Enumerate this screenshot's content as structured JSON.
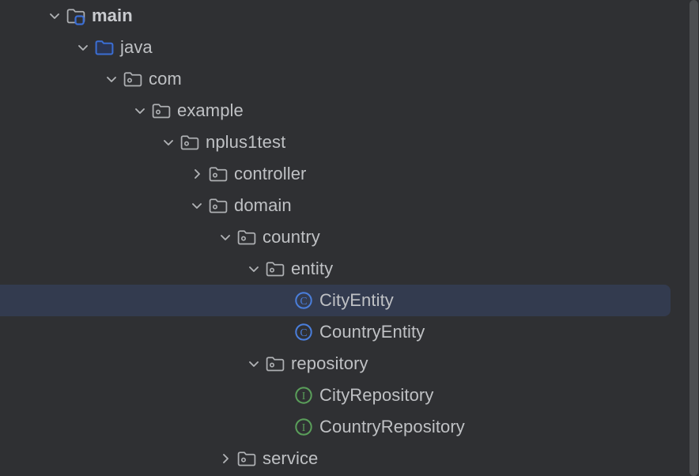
{
  "panel": {
    "name": "project-tree",
    "background_color": "#2f3033",
    "selection_color": "#333b4f",
    "text_color": "#bfc1c4",
    "class_icon_color": "#4a7edb",
    "interface_icon_color": "#5a9e5a",
    "source_root_color": "#3b6ed4",
    "scrollbar_color": "#4d4f52"
  },
  "tree": {
    "rows": [
      {
        "label": "main",
        "depth": 0,
        "twistie": "expanded",
        "icon": "source-root-folder-icon",
        "bold": true,
        "selected": false
      },
      {
        "label": "java",
        "depth": 1,
        "twistie": "expanded",
        "icon": "blue-folder-icon",
        "bold": false,
        "selected": false
      },
      {
        "label": "com",
        "depth": 2,
        "twistie": "expanded",
        "icon": "package-folder-icon",
        "bold": false,
        "selected": false
      },
      {
        "label": "example",
        "depth": 3,
        "twistie": "expanded",
        "icon": "package-folder-icon",
        "bold": false,
        "selected": false
      },
      {
        "label": "nplus1test",
        "depth": 4,
        "twistie": "expanded",
        "icon": "package-folder-icon",
        "bold": false,
        "selected": false
      },
      {
        "label": "controller",
        "depth": 5,
        "twistie": "collapsed",
        "icon": "package-folder-icon",
        "bold": false,
        "selected": false
      },
      {
        "label": "domain",
        "depth": 5,
        "twistie": "expanded",
        "icon": "package-folder-icon",
        "bold": false,
        "selected": false
      },
      {
        "label": "country",
        "depth": 6,
        "twistie": "expanded",
        "icon": "package-folder-icon",
        "bold": false,
        "selected": false
      },
      {
        "label": "entity",
        "depth": 7,
        "twistie": "expanded",
        "icon": "package-folder-icon",
        "bold": false,
        "selected": false
      },
      {
        "label": "CityEntity",
        "depth": 8,
        "twistie": "none",
        "icon": "java-class-icon",
        "bold": false,
        "selected": true
      },
      {
        "label": "CountryEntity",
        "depth": 8,
        "twistie": "none",
        "icon": "java-class-icon",
        "bold": false,
        "selected": false
      },
      {
        "label": "repository",
        "depth": 7,
        "twistie": "expanded",
        "icon": "package-folder-icon",
        "bold": false,
        "selected": false
      },
      {
        "label": "CityRepository",
        "depth": 8,
        "twistie": "none",
        "icon": "java-interface-icon",
        "bold": false,
        "selected": false
      },
      {
        "label": "CountryRepository",
        "depth": 8,
        "twistie": "none",
        "icon": "java-interface-icon",
        "bold": false,
        "selected": false
      },
      {
        "label": "service",
        "depth": 6,
        "twistie": "collapsed",
        "icon": "package-folder-icon",
        "bold": false,
        "selected": false
      }
    ]
  },
  "scrollbar": {
    "orientation": "vertical",
    "name": "vertical-scrollbar"
  }
}
